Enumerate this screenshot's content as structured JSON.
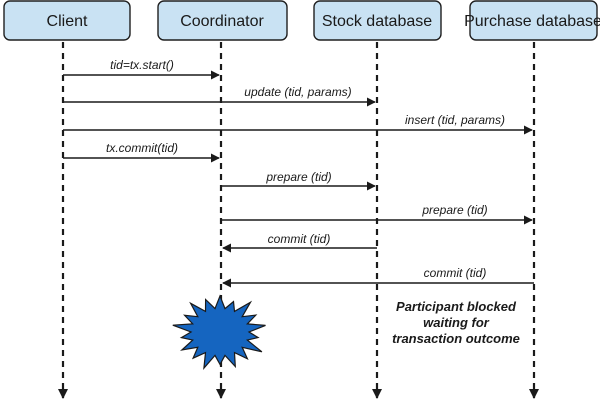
{
  "participants": [
    {
      "id": "client",
      "label": "Client"
    },
    {
      "id": "coordinator",
      "label": "Coordinator"
    },
    {
      "id": "stock",
      "label": "Stock database"
    },
    {
      "id": "purchase",
      "label": "Purchase database"
    }
  ],
  "messages": [
    {
      "from": "client",
      "to": "coordinator",
      "label": "tid=tx.start()"
    },
    {
      "from": "client",
      "to": "stock",
      "label": "update (tid, params)"
    },
    {
      "from": "client",
      "to": "purchase",
      "label": "insert (tid, params)"
    },
    {
      "from": "client",
      "to": "coordinator",
      "label": "tx.commit(tid)"
    },
    {
      "from": "coordinator",
      "to": "stock",
      "label": "prepare (tid)"
    },
    {
      "from": "coordinator",
      "to": "purchase",
      "label": "prepare (tid)"
    },
    {
      "from": "stock",
      "to": "coordinator",
      "label": "commit (tid)"
    },
    {
      "from": "purchase",
      "to": "coordinator",
      "label": "commit (tid)"
    }
  ],
  "crash_marker": {
    "participant": "coordinator",
    "color": "#1565c0"
  },
  "note": {
    "lines": [
      "Participant blocked",
      "waiting for",
      "transaction outcome"
    ]
  },
  "colors": {
    "box_fill": "#c9e2f3",
    "line": "#1a1a1a",
    "crash": "#1565c0"
  }
}
